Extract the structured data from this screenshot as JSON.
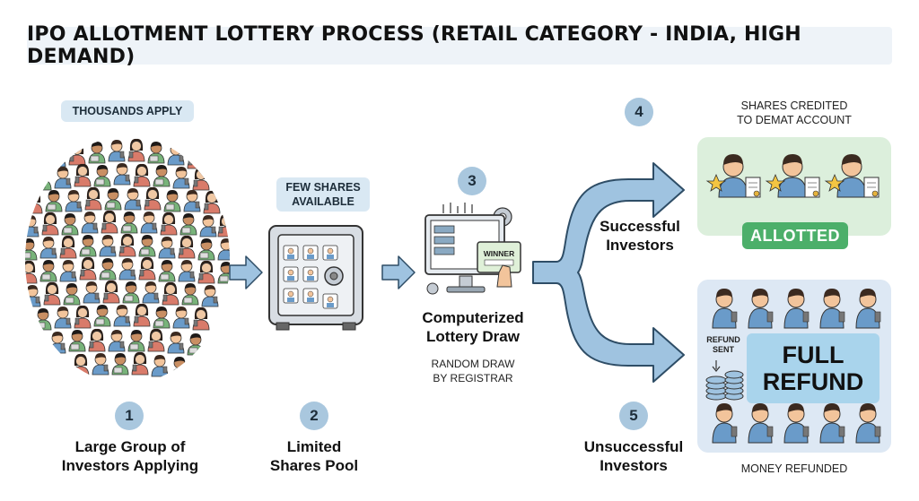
{
  "title": "IPO ALLOTMENT LOTTERY PROCESS (RETAIL CATEGORY - INDIA, HIGH DEMAND)",
  "steps": [
    {
      "number": "1",
      "label_line1": "Large Group of",
      "label_line2": "Investors Applying",
      "tag": "THOUSANDS APPLY"
    },
    {
      "number": "2",
      "label_line1": "Limited",
      "label_line2": "Shares Pool",
      "tag_line1": "FEW SHARES",
      "tag_line2": "AVAILABLE"
    },
    {
      "number": "3",
      "label_line1": "Computerized",
      "label_line2": "Lottery Draw",
      "note_line1": "RANDOM DRAW",
      "note_line2": "BY REGISTRAR",
      "screen_text": "WINNER"
    },
    {
      "number": "4",
      "label_line1": "Successful",
      "label_line2": "Investors",
      "tag_line1": "SHARES CREDITED",
      "tag_line2": "TO DEMAT ACCOUNT",
      "badge": "ALLOTTED"
    },
    {
      "number": "5",
      "label_line1": "Unsuccessful",
      "label_line2": "Investors",
      "footer": "MONEY REFUNDED",
      "refund_small_line1": "REFUND",
      "refund_small_line2": "SENT",
      "refund_big_line1": "FULL",
      "refund_big_line2": "REFUND"
    }
  ],
  "colors": {
    "accent_blue": "#a9c7de",
    "arrow_blue": "#9fc3e0",
    "green_panel": "#dcefdc",
    "allotted_green": "#4caf6a",
    "refund_blue": "#a9d4ec"
  }
}
